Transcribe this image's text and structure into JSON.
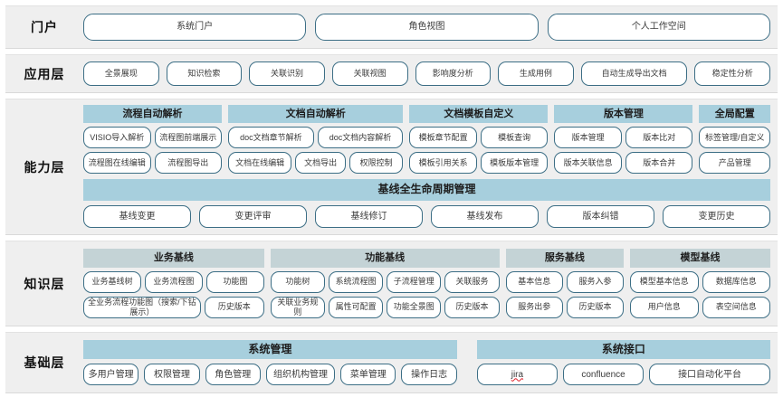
{
  "layers": [
    {
      "label": "门户",
      "type": "pill-row",
      "items": [
        "系统门户",
        "角色视图",
        "个人工作空间"
      ]
    },
    {
      "label": "应用层",
      "type": "pill-row",
      "items": [
        "全景展现",
        "知识检索",
        "关联识别",
        "关联视图",
        "影响度分析",
        "生成用例",
        "自动生成导出文档",
        "稳定性分析"
      ]
    },
    {
      "label": "能力层",
      "type": "groups",
      "groups": [
        {
          "head": "流程自动解析",
          "flex": 152,
          "rows": [
            [
              "VISIO导入解析",
              "流程图前端展示"
            ],
            [
              "流程图在线编辑",
              "流程图导出"
            ]
          ]
        },
        {
          "head": "文档自动解析",
          "flex": 192,
          "rows": [
            [
              "doc文档章节解析",
              "doc文档内容解析"
            ],
            [
              "文档在线编辑",
              "文档导出",
              "权限控制"
            ]
          ]
        },
        {
          "head": "文档模板自定义",
          "flex": 152,
          "rows": [
            [
              "模板章节配置",
              "模板查询"
            ],
            [
              "模板引用关系",
              "模板版本管理"
            ]
          ]
        },
        {
          "head": "版本管理",
          "flex": 152,
          "rows": [
            [
              "版本管理",
              "版本比对"
            ],
            [
              "版本关联信息",
              "版本合并"
            ]
          ]
        },
        {
          "head": "全局配置",
          "flex": 78,
          "rows": [
            [
              "标签管理/自定义"
            ],
            [
              "产品管理"
            ]
          ]
        }
      ],
      "wide": {
        "head": "基线全生命周期管理",
        "items": [
          "基线变更",
          "变更评审",
          "基线修订",
          "基线发布",
          "版本纠错",
          "变更历史"
        ]
      }
    },
    {
      "label": "知识层",
      "type": "groups",
      "headStyle": "gray",
      "groups": [
        {
          "head": "业务基线",
          "flex": 196,
          "rows": [
            [
              "业务基线树",
              "业务流程图",
              "功能图"
            ],
            [
              "全业务流程功能图（搜索/下钻展示）",
              "历史版本"
            ]
          ]
        },
        {
          "head": "功能基线",
          "flex": 248,
          "rows": [
            [
              "功能树",
              "系统流程图",
              "子流程管理",
              "关联服务"
            ],
            [
              "关联业务规则",
              "属性可配置",
              "功能全景图",
              "历史版本"
            ]
          ]
        },
        {
          "head": "服务基线",
          "flex": 128,
          "rows": [
            [
              "基本信息",
              "服务入参"
            ],
            [
              "服务出参",
              "历史版本"
            ]
          ]
        },
        {
          "head": "模型基线",
          "flex": 152,
          "rows": [
            [
              "模型基本信息",
              "数据库信息"
            ],
            [
              "用户信息",
              "表空间信息"
            ]
          ]
        }
      ]
    },
    {
      "label": "基础层",
      "type": "bottom",
      "groups": [
        {
          "head": "系统管理",
          "flex": 382,
          "items": [
            "多用户管理",
            "权限管理",
            "角色管理",
            "组织机构管理",
            "菜单管理",
            "操作日志"
          ]
        },
        {
          "head": "系统接口",
          "flex": 300,
          "items": [
            "jira",
            "confluence",
            "接口自动化平台"
          ],
          "latin": [
            true,
            true,
            false
          ],
          "spellError": [
            true,
            false,
            false
          ]
        }
      ]
    }
  ],
  "colors": {
    "band_bg": "#efefef",
    "group_head_blue": "#a7cfdd",
    "group_head_gray": "#c4d3d6",
    "pill_border": "#3c6e85",
    "pill_bg": "#ffffff",
    "text": "#3a3a3a",
    "spell_error": "#e0202a"
  }
}
